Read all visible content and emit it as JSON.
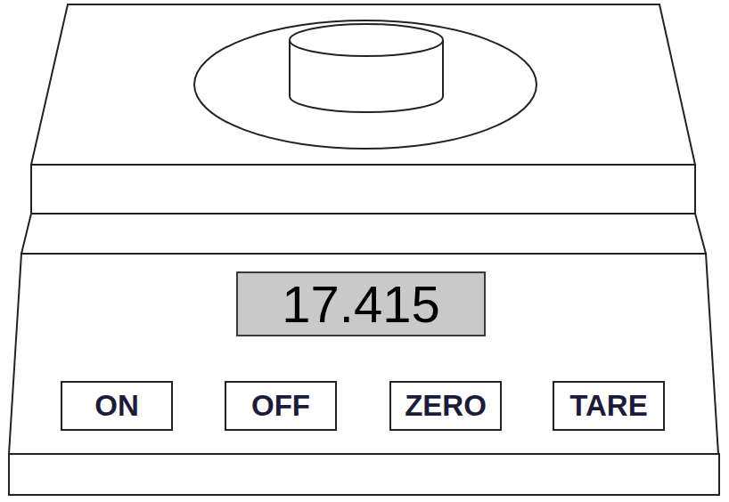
{
  "diagram": {
    "nodes": [
      {
        "text": [
          "17.415"
        ]
      },
      {
        "text": [
          "ON"
        ]
      },
      {
        "text": [
          "OFF"
        ]
      },
      {
        "text": [
          "ZERO"
        ]
      },
      {
        "text": [
          "TARE"
        ]
      }
    ]
  }
}
